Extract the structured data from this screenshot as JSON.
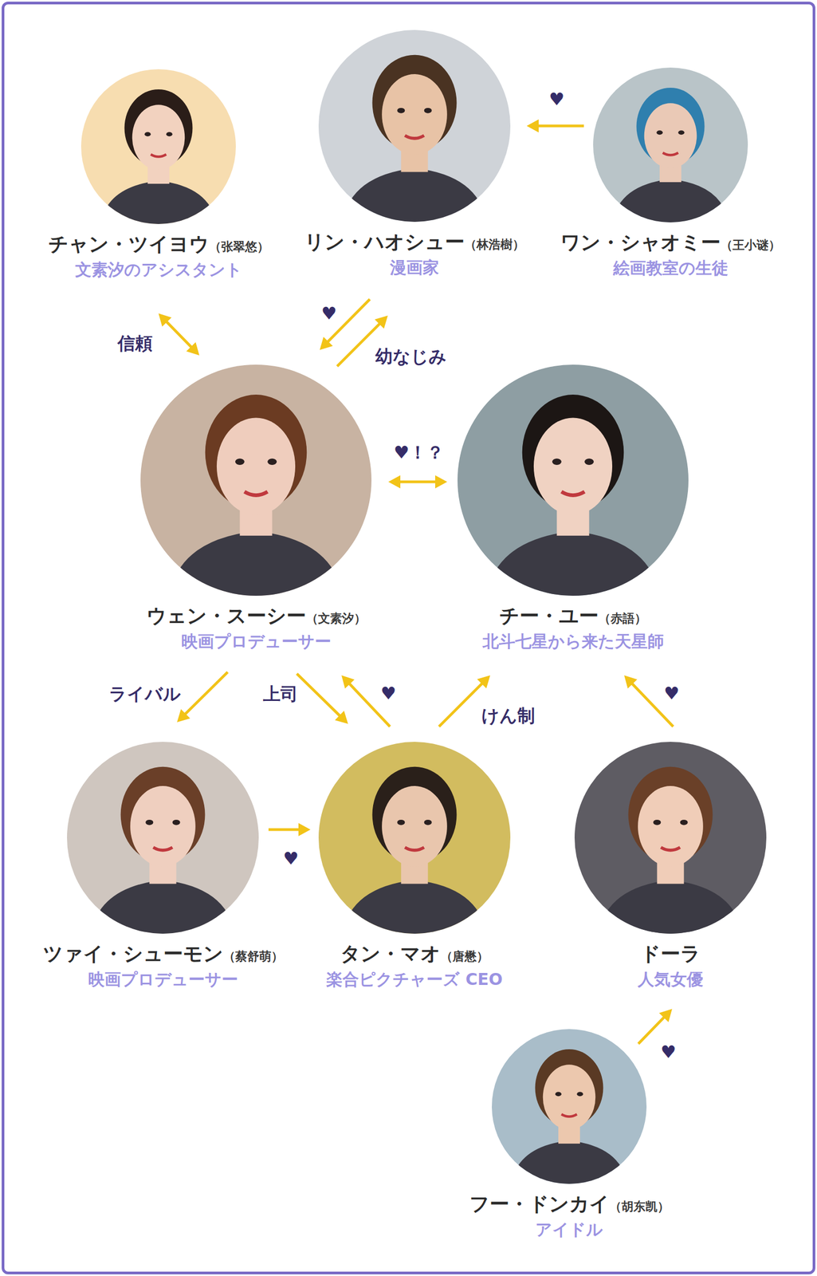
{
  "diagram": {
    "nodes": [
      {
        "text": [
          "チャン・ツイヨウ",
          "（张翠悠）",
          "文素汐のアシスタント"
        ]
      },
      {
        "text": [
          "リン・ハオシュー",
          "（林浩樹）",
          "漫画家"
        ]
      },
      {
        "text": [
          "ワン・シャオミー",
          "（王小谜）",
          "絵画教室の生徒"
        ]
      },
      {
        "text": [
          "ウェン・スーシー",
          "（文素汐）",
          "映画プロデューサー"
        ]
      },
      {
        "text": [
          "チー・ユー",
          "（赤語）",
          "北斗七星から来た天星師"
        ]
      },
      {
        "text": [
          "ツァイ・シューモン",
          "（蔡舒萌）",
          "映画プロデューサー"
        ]
      },
      {
        "text": [
          "タン・マオ",
          "（唐懋）",
          "楽合ピクチャーズ CEO"
        ]
      },
      {
        "text": [
          "ドーラ",
          "人気女優"
        ]
      },
      {
        "text": [
          "フー・ドンカイ",
          "（胡东凯）",
          "アイドル"
        ]
      }
    ],
    "edges": [
      {
        "from": 0,
        "to": 3,
        "label": "信頼",
        "arrow": "both"
      },
      {
        "from": 1,
        "to": 3,
        "label": "♥",
        "arrow": "to"
      },
      {
        "from": 3,
        "to": 1,
        "label": "幼なじみ",
        "arrow": "to"
      },
      {
        "from": 2,
        "to": 1,
        "label": "♥",
        "arrow": "to"
      },
      {
        "from": 3,
        "to": 4,
        "label": "♥！？",
        "arrow": "both"
      },
      {
        "from": 3,
        "to": 5,
        "label": "ライバル",
        "arrow": "to"
      },
      {
        "from": 3,
        "to": 6,
        "label": "上司",
        "arrow": "to"
      },
      {
        "from": 6,
        "to": 3,
        "label": "♥",
        "arrow": "to"
      },
      {
        "from": 6,
        "to": 4,
        "label": "けん制",
        "arrow": "to"
      },
      {
        "from": 7,
        "to": 4,
        "label": "♥",
        "arrow": "to"
      },
      {
        "from": 5,
        "to": 6,
        "label": "♥",
        "arrow": "to"
      },
      {
        "from": 8,
        "to": 7,
        "label": "♥",
        "arrow": "to"
      }
    ]
  }
}
